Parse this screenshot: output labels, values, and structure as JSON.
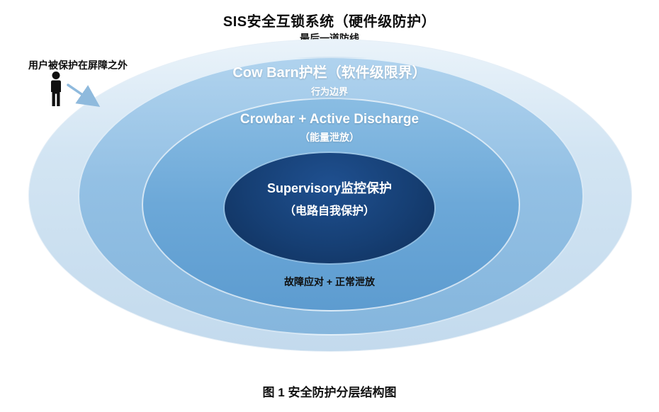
{
  "header": {
    "title": "SIS安全互锁系统（硬件级防护）",
    "subtitle": "最后一道防线"
  },
  "annotation": {
    "label": "用户被保护在屏障之外"
  },
  "layers": [
    {
      "title": "Cow Barn护栏（软件级限界）",
      "subtitle": "行为边界"
    },
    {
      "title": "Crowbar + Active Discharge",
      "subtitle": "（能量泄放）"
    },
    {
      "title": "Supervisory监控保护",
      "subtitle": "（电路自我保护）"
    }
  ],
  "bottom_note": "故障应对 + 正常泄放",
  "caption": "图 1 安全防护分层结构图",
  "colors": {
    "outer_layer_fill": "#d3e5f3",
    "second_layer_fill": "#93c0e4",
    "third_layer_fill": "#6ca8d8",
    "core_layer_fill": "#163f74",
    "layer_text": "#ffffff",
    "primary_text": "#111111",
    "arrow": "#8fbadd"
  }
}
